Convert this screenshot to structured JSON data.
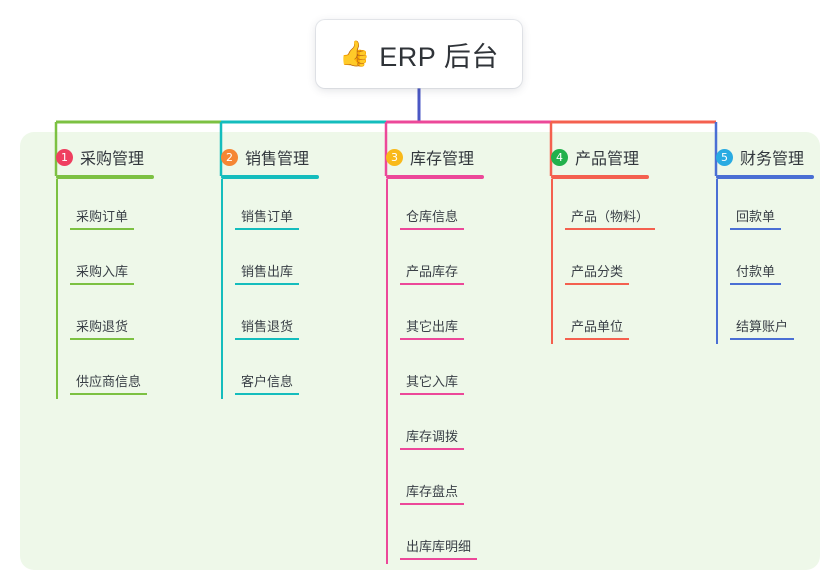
{
  "root": {
    "icon": "thumbs-up-icon",
    "emoji": "👍",
    "title": "ERP 后台"
  },
  "theme": {
    "page_background": "#ffffff",
    "panel_background": "#eef8e9",
    "card_background": "#ffffff",
    "title_color": "#2f3338",
    "root_connector_color": "#4a57c4"
  },
  "columns": [
    {
      "number": "1",
      "title": "采购管理",
      "badge_color": "#ef3f5f",
      "line_color": "#7cc142",
      "items": [
        {
          "label": "采购订单"
        },
        {
          "label": "采购入库"
        },
        {
          "label": "采购退货"
        },
        {
          "label": "供应商信息"
        }
      ]
    },
    {
      "number": "2",
      "title": "销售管理",
      "badge_color": "#f58634",
      "line_color": "#14bdbd",
      "items": [
        {
          "label": "销售订单"
        },
        {
          "label": "销售出库"
        },
        {
          "label": "销售退货"
        },
        {
          "label": "客户信息"
        }
      ]
    },
    {
      "number": "3",
      "title": "库存管理",
      "badge_color": "#f9b91a",
      "line_color": "#ec4899",
      "items": [
        {
          "label": "仓库信息"
        },
        {
          "label": "产品库存"
        },
        {
          "label": "其它出库"
        },
        {
          "label": "其它入库"
        },
        {
          "label": "库存调拨"
        },
        {
          "label": "库存盘点"
        },
        {
          "label": "出库库明细"
        }
      ]
    },
    {
      "number": "4",
      "title": "产品管理",
      "badge_color": "#22b14c",
      "line_color": "#f4604f",
      "items": [
        {
          "label": "产品（物料）"
        },
        {
          "label": "产品分类"
        },
        {
          "label": "产品单位"
        }
      ]
    },
    {
      "number": "5",
      "title": "财务管理",
      "badge_color": "#29abe2",
      "line_color": "#4a6fd4",
      "items": [
        {
          "label": "回款单"
        },
        {
          "label": "付款单"
        },
        {
          "label": "结算账户"
        }
      ]
    }
  ]
}
